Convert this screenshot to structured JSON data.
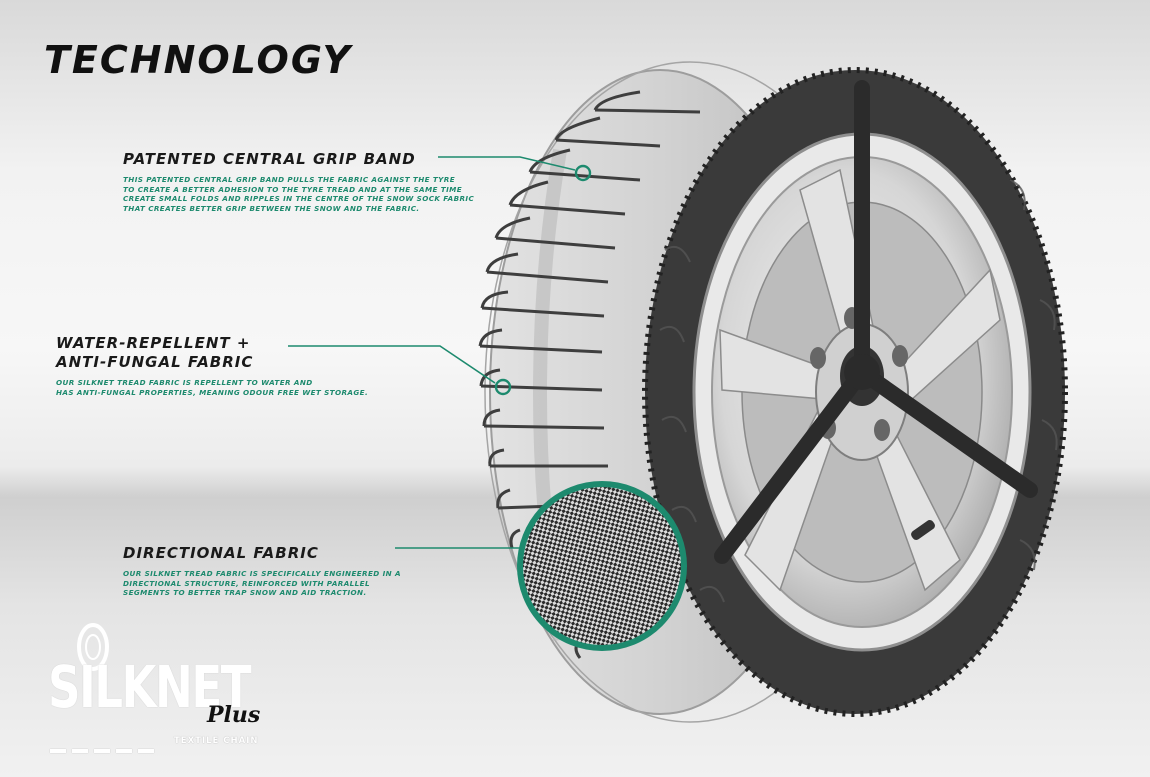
{
  "title": "TECHNOLOGY",
  "features": [
    {
      "title": "PATENTED CENTRAL GRIP BAND",
      "description": "THIS PATENTED CENTRAL GRIP BAND PULLS THE FABRIC AGAINST THE TYRE\nTO CREATE A BETTER ADHESION TO THE TYRE TREAD AND AT THE SAME TIME\nCREATE SMALL FOLDS AND RIPPLES IN THE CENTRE OF THE SNOW SOCK FABRIC\nTHAT CREATES BETTER GRIP BETWEEN THE SNOW AND THE FABRIC."
    },
    {
      "title": "WATER-REPELLENT +\nANTI-FUNGAL FABRIC",
      "description": "OUR SILKNET TREAD FABRIC IS REPELLENT TO WATER AND\nHAS ANTI-FUNGAL PROPERTIES, MEANING ODOUR FREE WET STORAGE."
    },
    {
      "title": "DIRECTIONAL FABRIC",
      "description": "OUR SILKNET TREAD FABRIC IS SPECIFICALLY ENGINEERED IN A\nDIRECTIONAL STRUCTURE, REINFORCED WITH PARALLEL\nSEGMENTS TO BETTER TRAP SNOW AND AID TRACTION."
    }
  ],
  "logo": {
    "brand": "SILKNET",
    "suffix": "Plus",
    "tagline": "TEXTILE CHAIN"
  },
  "colors": {
    "accent": "#1d8a6e",
    "title": "#111111",
    "sock": "#3a3a3a"
  },
  "icons": [
    "tire-icon",
    "callout-marker-icon"
  ]
}
